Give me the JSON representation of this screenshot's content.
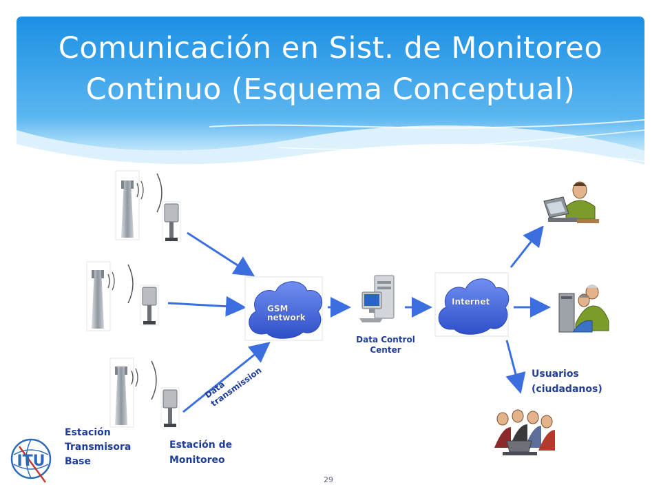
{
  "slide": {
    "title_line1": "Comunicación en Sist. de Monitoreo",
    "title_line2": "Continuo (Esquema Conceptual)",
    "page_number": "29"
  },
  "diagram": {
    "gsm_label_1": "GSM",
    "gsm_label_2": "network",
    "internet_label": "Internet",
    "data_control_1": "Data Control",
    "data_control_2": "Center",
    "data_transmission_1": "Data",
    "data_transmission_2": "transmission",
    "usuarios_1": "Usuarios",
    "usuarios_2": "(ciudadanos)",
    "estacion_base_1": "Estación",
    "estacion_base_2": "Transmisora",
    "estacion_base_3": "Base",
    "estacion_mon_1": "Estación de",
    "estacion_mon_2": "Monitoreo"
  },
  "logo": {
    "text": "ITU"
  },
  "colors": {
    "header_top": "#1b8fe3",
    "header_bottom": "#8fd0f5",
    "arrow": "#3b6fe0",
    "label": "#1f3d99",
    "cloud": "#3f5fd6"
  }
}
